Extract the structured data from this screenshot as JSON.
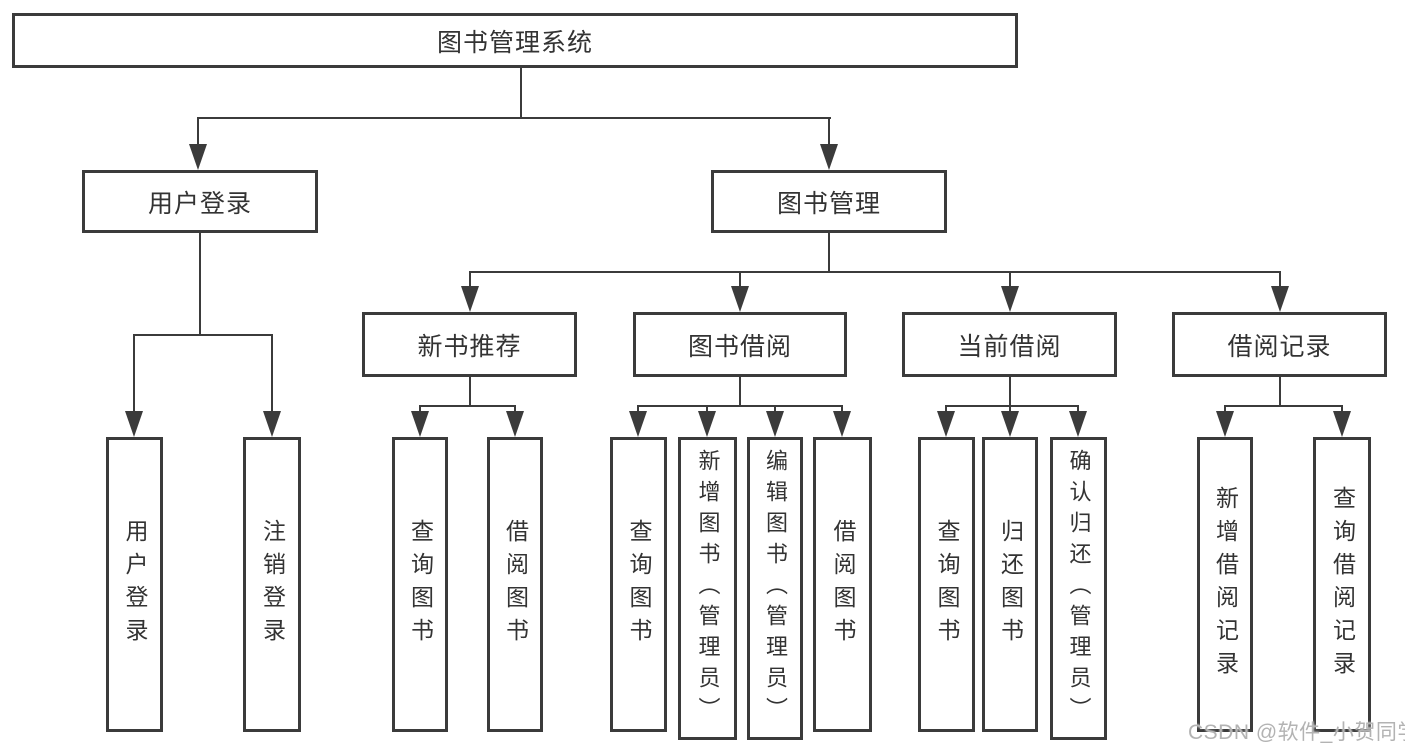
{
  "diagram_title": "图书管理系统",
  "tree": {
    "root": {
      "label": "图书管理系统"
    },
    "level2": [
      {
        "label": "用户登录"
      },
      {
        "label": "图书管理"
      }
    ],
    "level3": [
      {
        "label": "新书推荐"
      },
      {
        "label": "图书借阅"
      },
      {
        "label": "当前借阅"
      },
      {
        "label": "借阅记录"
      }
    ],
    "leaves": [
      {
        "label": "用户登录",
        "parent": "用户登录"
      },
      {
        "label": "注销登录",
        "parent": "用户登录"
      },
      {
        "label": "查询图书",
        "parent": "新书推荐"
      },
      {
        "label": "借阅图书",
        "parent": "新书推荐"
      },
      {
        "label": "查询图书",
        "parent": "图书借阅"
      },
      {
        "label": "新增图书（管理员）",
        "parent": "图书借阅"
      },
      {
        "label": "编辑图书（管理员）",
        "parent": "图书借阅"
      },
      {
        "label": "借阅图书",
        "parent": "图书借阅"
      },
      {
        "label": "查询图书",
        "parent": "当前借阅"
      },
      {
        "label": "归还图书",
        "parent": "当前借阅"
      },
      {
        "label": "确认归还（管理员）",
        "parent": "当前借阅"
      },
      {
        "label": "新增借阅记录",
        "parent": "借阅记录"
      },
      {
        "label": "查询借阅记录",
        "parent": "借阅记录"
      }
    ]
  },
  "watermark": {
    "text": "CSDN @软件_小贺同学"
  },
  "colors": {
    "line": "#3b3b3b",
    "text": "#333333",
    "background": "#ffffff",
    "watermark": "#b3b3b3"
  }
}
